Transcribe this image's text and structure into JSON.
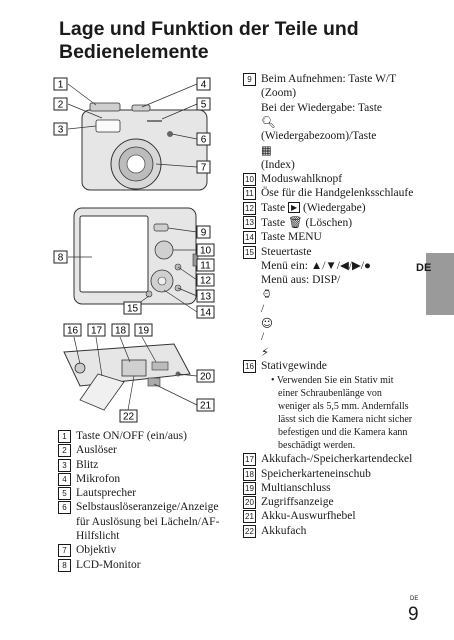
{
  "page": {
    "title_line1": "Lage und Funktion der Teile und",
    "title_line2": "Bedienelemente",
    "lang_tab": "DE",
    "page_code": "DE",
    "page_number": "9"
  },
  "figure_labels": [
    "1",
    "2",
    "3",
    "4",
    "5",
    "6",
    "7",
    "8",
    "9",
    "10",
    "11",
    "12",
    "13",
    "14",
    "15",
    "16",
    "17",
    "18",
    "19",
    "20",
    "21",
    "22"
  ],
  "left_items": [
    {
      "num": "1",
      "text": "Taste ON/OFF (ein/aus)"
    },
    {
      "num": "2",
      "text": "Auslöser"
    },
    {
      "num": "3",
      "text": "Blitz"
    },
    {
      "num": "4",
      "text": "Mikrofon"
    },
    {
      "num": "5",
      "text": "Lautsprecher"
    },
    {
      "num": "6",
      "lines": [
        "Selbstauslöseranzeige/Anzeige",
        "für Auslösung bei Lächeln/AF-",
        "Hilfslicht"
      ]
    },
    {
      "num": "7",
      "text": "Objektiv"
    },
    {
      "num": "8",
      "text": "LCD-Monitor"
    }
  ],
  "right_items": {
    "i9": {
      "num": "9",
      "l1": "Beim Aufnehmen: Taste W/T",
      "l2": "(Zoom)",
      "l3": "Bei der Wiedergabe: Taste",
      "l4": "(Wiedergabezoom)/Taste",
      "l5": "(Index)"
    },
    "i10": {
      "num": "10",
      "text": "Moduswahlknopf"
    },
    "i11": {
      "num": "11",
      "text": "Öse für die Handgelenksschlaufe"
    },
    "i12": {
      "num": "12",
      "pre": "Taste",
      "post": "(Wiedergabe)"
    },
    "i13": {
      "num": "13",
      "pre": "Taste",
      "post": "(Löschen)"
    },
    "i14": {
      "num": "14",
      "text": "Taste MENU"
    },
    "i15": {
      "num": "15",
      "l1": "Steuertaste",
      "l2": "Menü ein: ▲/▼/◀/▶/●",
      "l3": "Menü aus: DISP/",
      "l3b": "/",
      "l3c": "/"
    },
    "i16": {
      "num": "16",
      "text": "Stativgewinde",
      "note": [
        "• Verwenden Sie ein Stativ mit",
        "einer Schraubenlänge von",
        "weniger als 5,5 mm. Andernfalls",
        "lässt sich die Kamera nicht sicher",
        "befestigen und die Kamera kann",
        "beschädigt werden."
      ]
    },
    "i17": {
      "num": "17",
      "text": "Akkufach-/Speicherkartendeckel"
    },
    "i18": {
      "num": "18",
      "text": "Speicherkarteneinschub"
    },
    "i19": {
      "num": "19",
      "text": "Multianschluss"
    },
    "i20": {
      "num": "20",
      "text": "Zugriffsanzeige"
    },
    "i21": {
      "num": "21",
      "text": "Akku-Auswurfhebel"
    },
    "i22": {
      "num": "22",
      "text": "Akkufach"
    }
  },
  "icons": {
    "zoom_in": "magnifier-icon",
    "index": "index-grid-icon",
    "playback": "play-icon",
    "delete": "trash-icon",
    "self_timer": "self-timer-icon",
    "smile": "smile-icon",
    "flash": "flash-icon"
  }
}
